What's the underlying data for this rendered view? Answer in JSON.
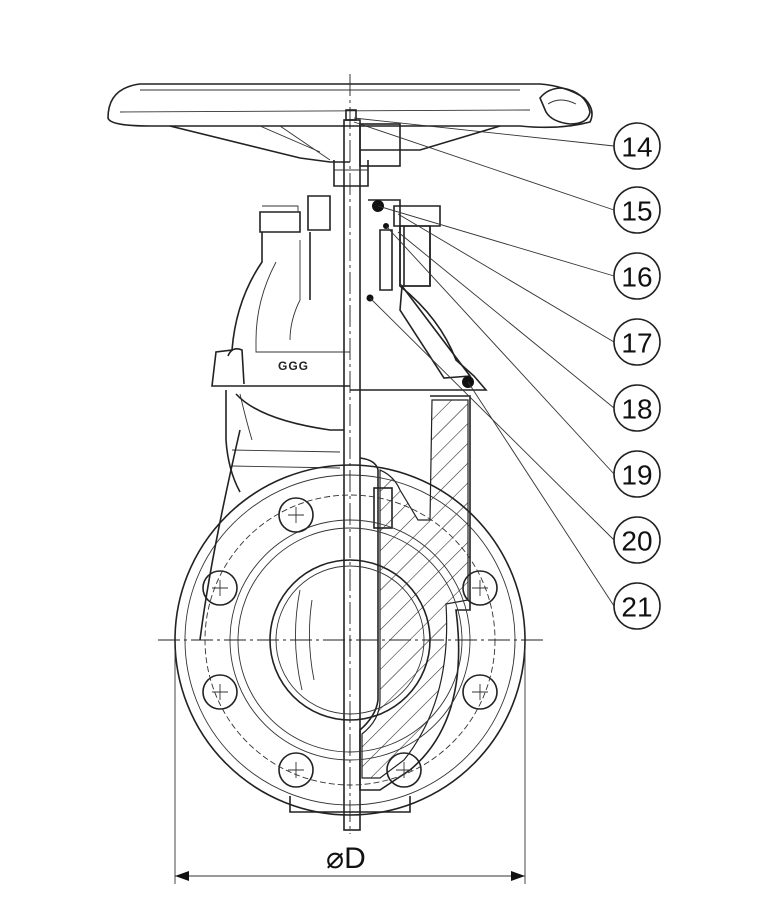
{
  "diagram": {
    "casting_mark": "GGG",
    "dimension_label": "D",
    "dimension_symbol": "⌀",
    "callouts": [
      {
        "label": "14"
      },
      {
        "label": "15"
      },
      {
        "label": "16"
      },
      {
        "label": "17"
      },
      {
        "label": "18"
      },
      {
        "label": "19"
      },
      {
        "label": "20"
      },
      {
        "label": "21"
      }
    ]
  }
}
